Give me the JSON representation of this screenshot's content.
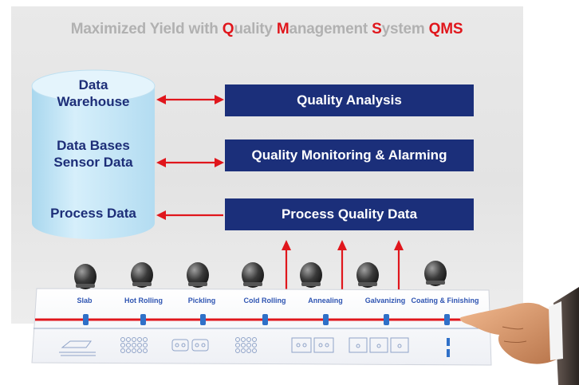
{
  "title": {
    "part1": "Maximized Yield with ",
    "q": "Q",
    "part2": "uality ",
    "m": "M",
    "part3": "anagement ",
    "s": "S",
    "part4": "ystem ",
    "qms": "QMS"
  },
  "colors": {
    "accent": "#e0161c",
    "box": "#1b2f7a",
    "cylinder": "#bfe4f6",
    "text_muted": "#b1b1b1"
  },
  "database": {
    "label_warehouse": "Data\nWarehouse",
    "label_sensor": "Data Bases\nSensor Data",
    "label_process": "Process Data"
  },
  "boxes": {
    "analysis": "Quality Analysis",
    "monitoring": "Quality Monitoring & Alarming",
    "process": "Process Quality Data"
  },
  "stages": [
    "Slab",
    "Hot Rolling",
    "Pickling",
    "Cold Rolling",
    "Annealing",
    "Galvanizing",
    "Coating & Finishing"
  ]
}
